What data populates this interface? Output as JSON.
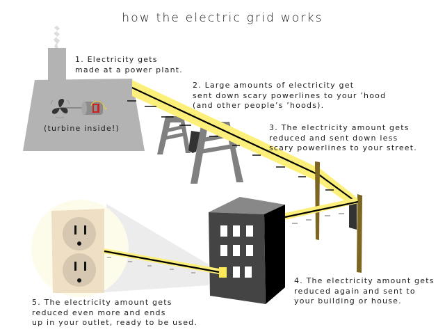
{
  "title": "how the electric grid works",
  "colors": {
    "background": "#ffffff",
    "plant_gray": "#b3b3b3",
    "smoke": "#dcdcdc",
    "tower_gray": "#808080",
    "transformer_dark": "#333333",
    "powerline_glow": "#fdf07a",
    "wire": "#000000",
    "pole_brown": "#7d6522",
    "building_front": "#444444",
    "building_top": "#888888",
    "building_side": "#000000",
    "window": "#ffffff",
    "lit_window": "#fce85a",
    "zoom_circle": "#fdfbea",
    "zoom_cone": "#e8e8e8",
    "outlet_plate": "#efdfc4",
    "outlet_socket": "#d6c7b0",
    "generator_red": "#cc2222"
  },
  "steps": [
    {
      "id": 1,
      "lines": [
        "1. Electricity gets",
        "made at a power plant."
      ]
    },
    {
      "id": 2,
      "lines": [
        "2. Large amounts of electricity get",
        "sent down scary powerlines to your ’hood",
        "(and other people’s ’hoods)."
      ]
    },
    {
      "id": 3,
      "lines": [
        "3. The electricity amount gets",
        "reduced and sent down less",
        "scary powerlines to your street."
      ]
    },
    {
      "id": 4,
      "lines": [
        "4. The electricity amount gets",
        "reduced again and sent to",
        "your building or house."
      ]
    },
    {
      "id": 5,
      "lines": [
        "5. The electricity amount gets",
        "reduced even more and ends",
        "up in your outlet, ready to be used."
      ]
    }
  ],
  "turbine_label": "(turbine inside!)",
  "icons": {
    "power_plant": "power-plant-icon",
    "smoke": "smoke-icon",
    "fan": "fan-icon",
    "generator": "generator-icon",
    "transmission_tower": "transmission-tower-icon",
    "transformer": "transformer-icon",
    "utility_pole": "utility-pole-icon",
    "building": "building-icon",
    "outlet": "outlet-icon"
  }
}
